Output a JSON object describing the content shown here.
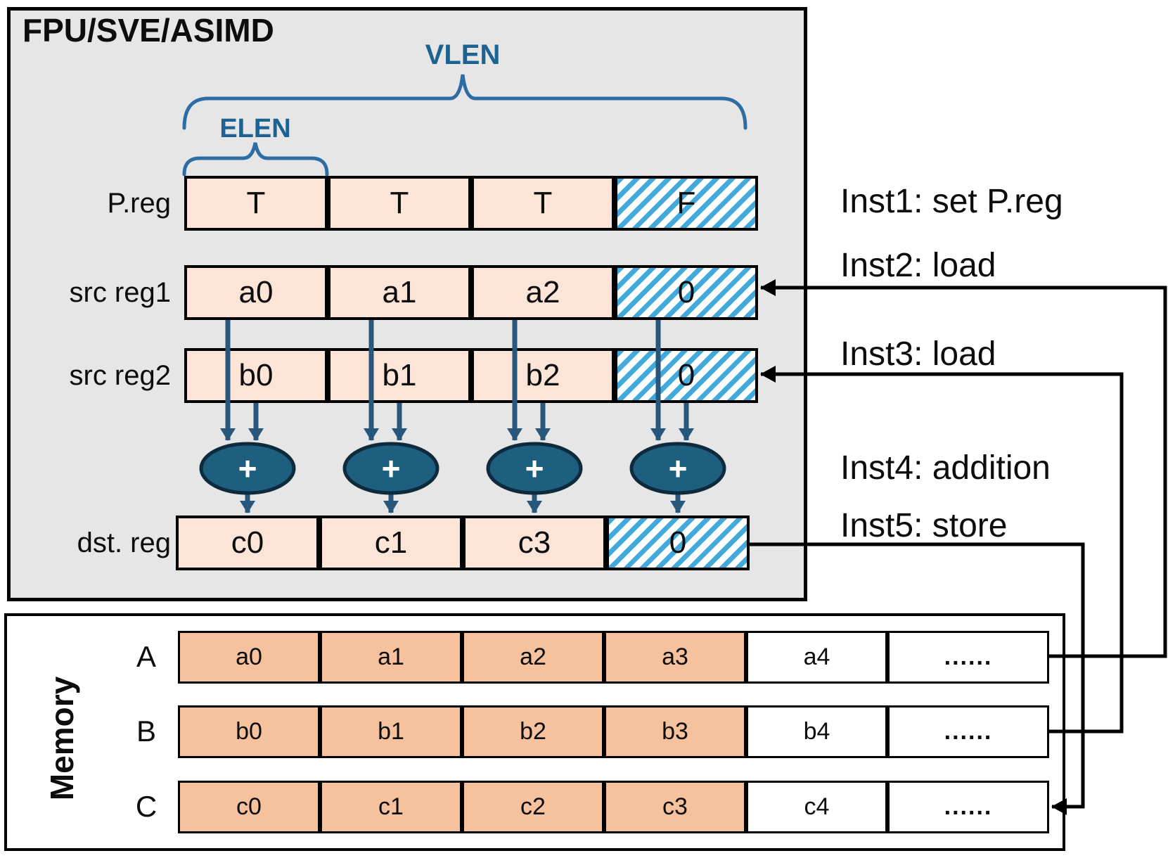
{
  "fpu_unit": {
    "title": "FPU/SVE/ASIMD",
    "vlen_label": "VLEN",
    "elen_label": "ELEN",
    "operator": "+",
    "registers": [
      {
        "label": "P.reg",
        "cells": [
          "T",
          "T",
          "T",
          "F"
        ]
      },
      {
        "label": "src reg1",
        "cells": [
          "a0",
          "a1",
          "a2",
          "0"
        ]
      },
      {
        "label": "src reg2",
        "cells": [
          "b0",
          "b1",
          "b2",
          "0"
        ]
      },
      {
        "label": "dst. reg",
        "cells": [
          "c0",
          "c1",
          "c3",
          "0"
        ]
      }
    ]
  },
  "instructions": [
    "Inst1: set P.reg",
    "Inst2: load",
    "Inst3: load",
    "Inst4: addition",
    "Inst5: store"
  ],
  "memory": {
    "title": "Memory",
    "rows": [
      {
        "label": "A",
        "cells": [
          "a0",
          "a1",
          "a2",
          "a3",
          "a4",
          "......"
        ]
      },
      {
        "label": "B",
        "cells": [
          "b0",
          "b1",
          "b2",
          "b3",
          "b4",
          "......"
        ]
      },
      {
        "label": "C",
        "cells": [
          "c0",
          "c1",
          "c2",
          "c3",
          "c4",
          "......"
        ]
      }
    ]
  },
  "colors": {
    "fpu_bg": "#e7e6e6",
    "register_cell": "#fce4d6",
    "memory_cell": "#f6c29d",
    "hatch_blue": "#41a9dc",
    "adder_fill": "#1e5f7f",
    "adder_stroke": "#0d2b3d",
    "flow_arrow": "#27587c",
    "brace_blue": "#2e6da4",
    "len_label_teal": "#1c6391",
    "outline_black": "#000000"
  }
}
